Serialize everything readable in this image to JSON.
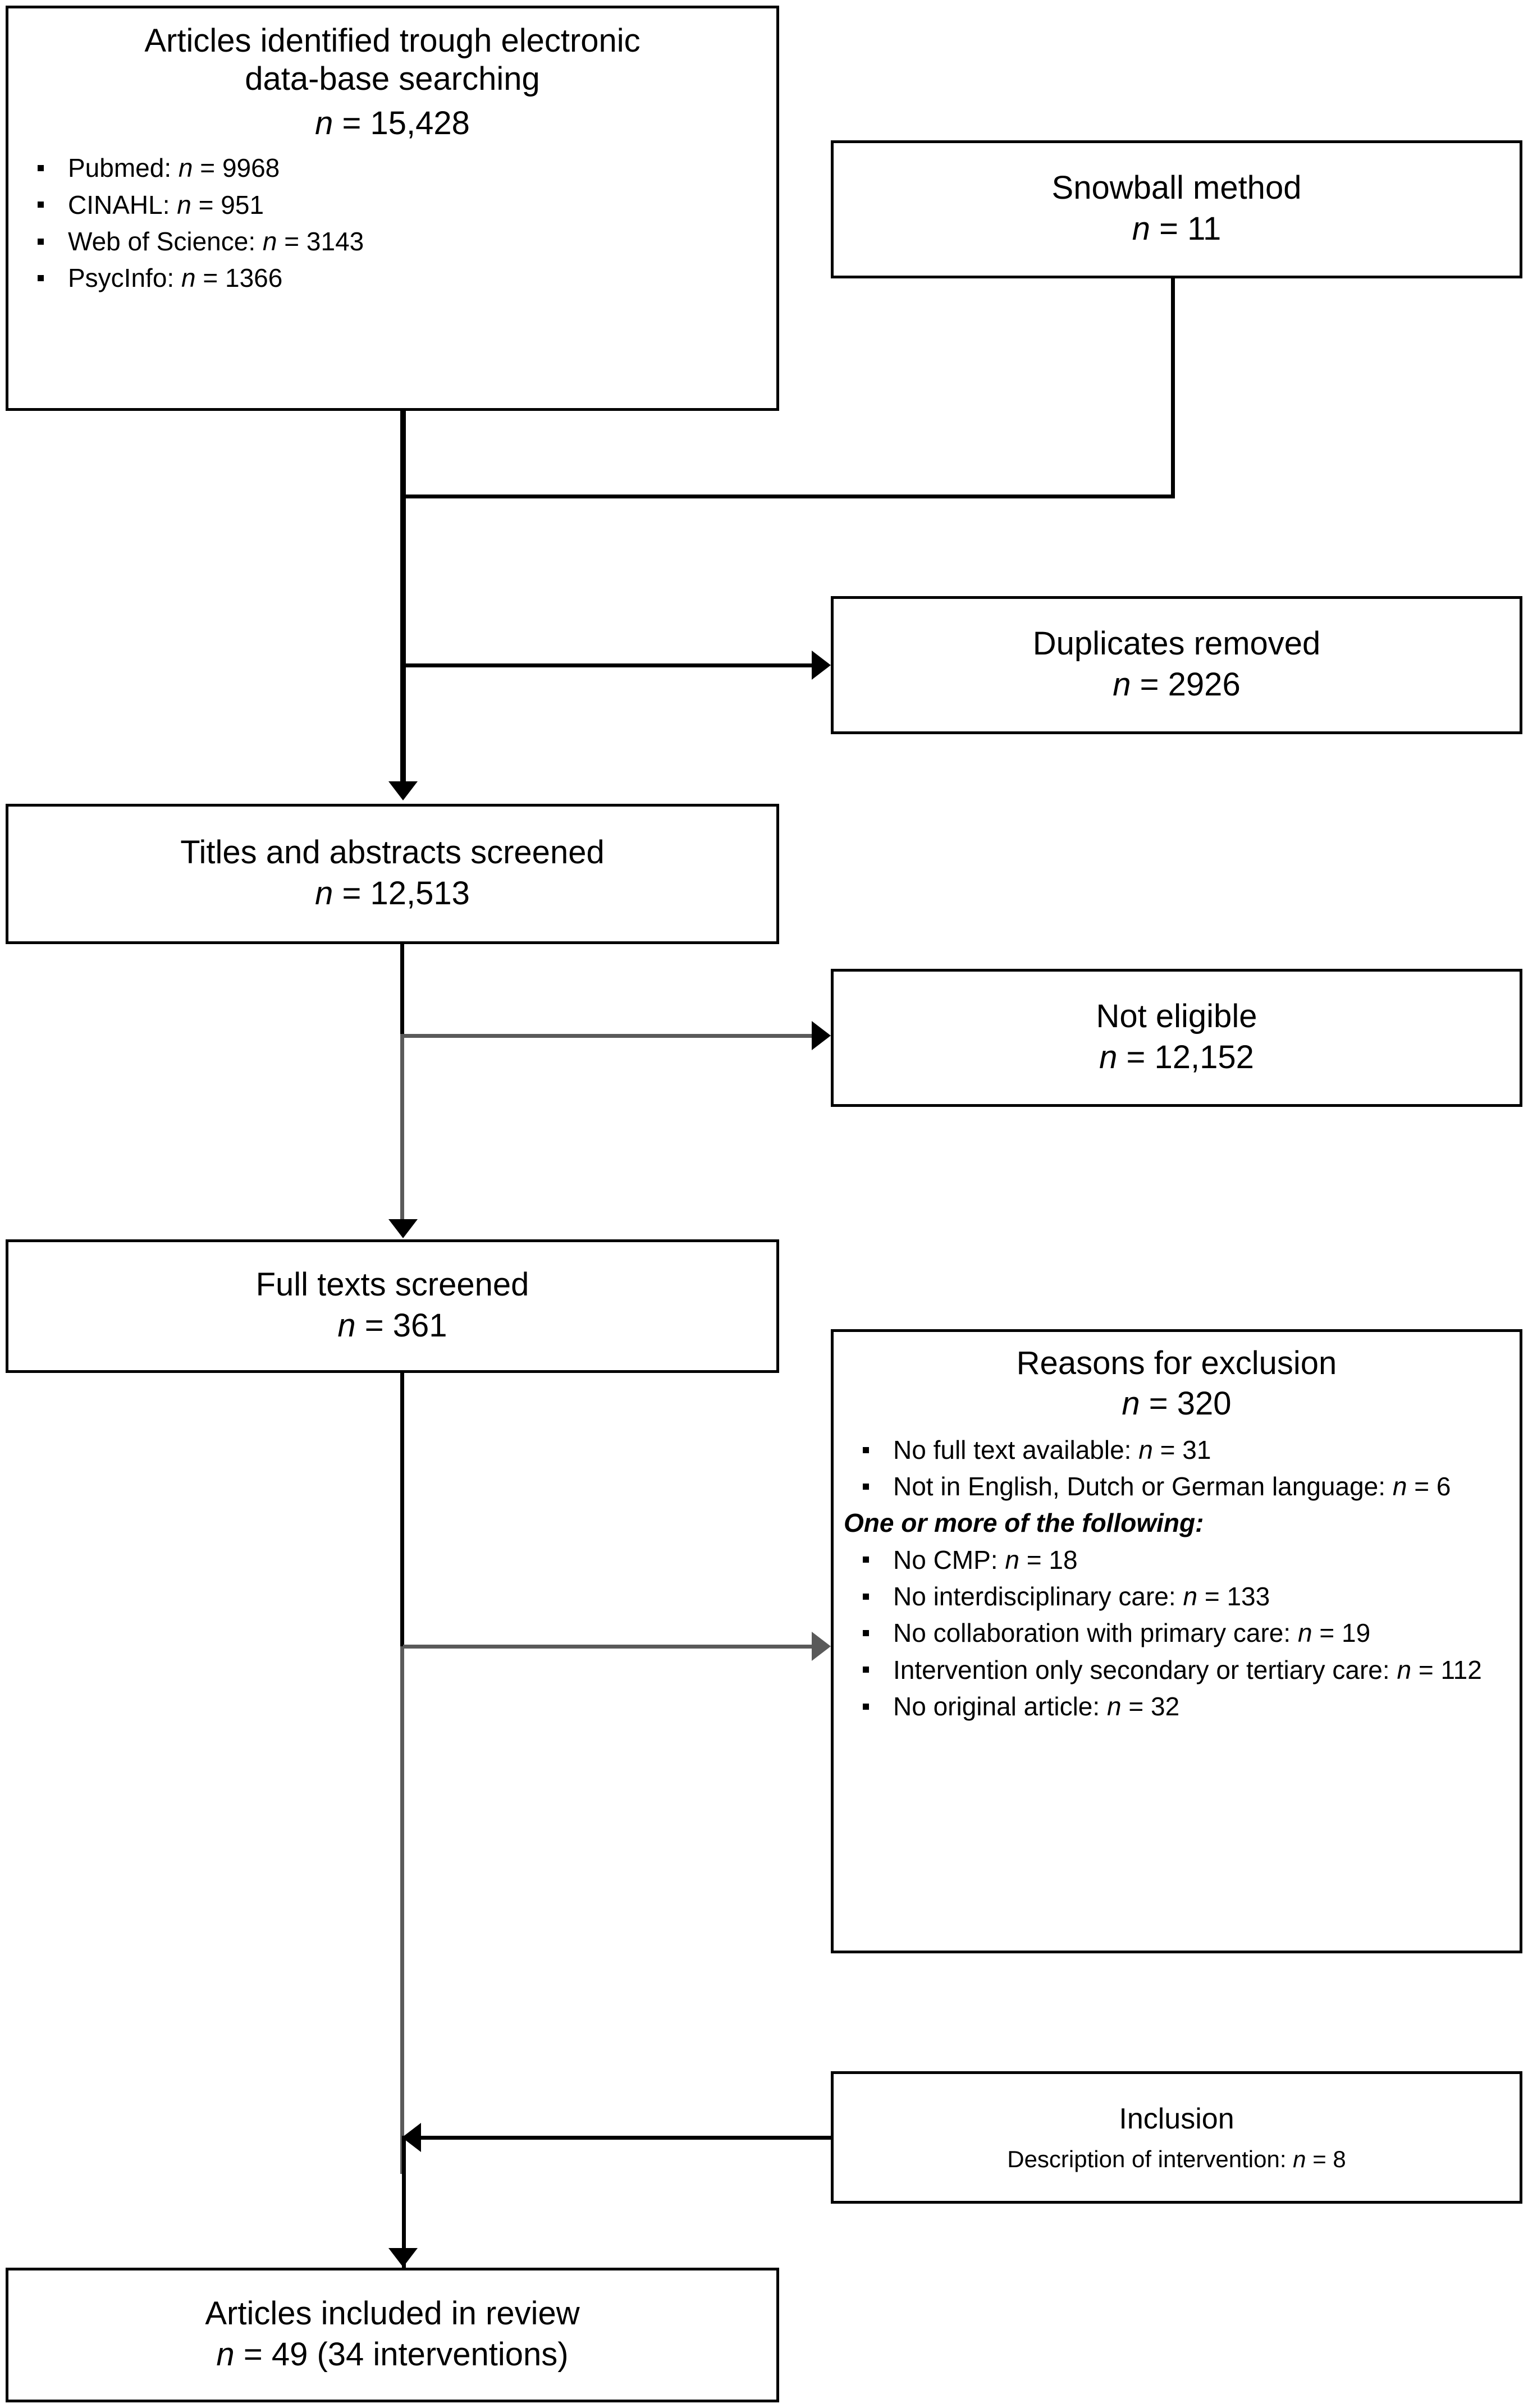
{
  "diagram": {
    "type": "prisma-flow-diagram",
    "identification": {
      "title": "Articles identified trough electronic\ndata-base searching",
      "n_label": "n",
      "n_value": "15,428",
      "sources": [
        {
          "label": "Pubmed:",
          "n": "9968"
        },
        {
          "label": "CINAHL:",
          "n": "951"
        },
        {
          "label": "Web of Science:",
          "n": "3143"
        },
        {
          "label": "PsycInfo:",
          "n": "1366"
        }
      ]
    },
    "snowball": {
      "title": "Snowball method",
      "n_label": "n",
      "n_value": "11"
    },
    "duplicates": {
      "title": "Duplicates removed",
      "n_label": "n",
      "n_value": "2926"
    },
    "screening": {
      "title": "Titles and abstracts screened",
      "n_label": "n",
      "n_value": "12,513"
    },
    "not_eligible": {
      "title": "Not eligible",
      "n_label": "n",
      "n_value": "12,152"
    },
    "fulltext": {
      "title": "Full texts screened",
      "n_label": "n",
      "n_value": "361"
    },
    "exclusion": {
      "title": "Reasons for exclusion",
      "n_label": "n",
      "n_value": "320",
      "reasons_top": [
        {
          "label": "No full text available:",
          "n": "31"
        },
        {
          "label": "Not in English, Dutch or German language:",
          "n": "6"
        }
      ],
      "subheading": "One or more of the following:",
      "reasons_sub": [
        {
          "label": "No CMP:",
          "n": "18"
        },
        {
          "label": "No interdisciplinary care:",
          "n": "133"
        },
        {
          "label": "No collaboration with primary care:",
          "n": "19"
        },
        {
          "label": "Intervention only secondary or tertiary care:",
          "n": "112"
        },
        {
          "label": "No original article:",
          "n": "32"
        }
      ]
    },
    "inclusion": {
      "title": "Inclusion",
      "subtitle_label": "Description of intervention:",
      "n_label": "n",
      "n_value": "8"
    },
    "included": {
      "title": "Articles included in review",
      "n_label": "n",
      "n_value": "49 (34 interventions)"
    },
    "colors": {
      "border": "#000000",
      "connector": "#000000",
      "connector_gray": "#5a5a5a",
      "background": "#ffffff"
    }
  }
}
